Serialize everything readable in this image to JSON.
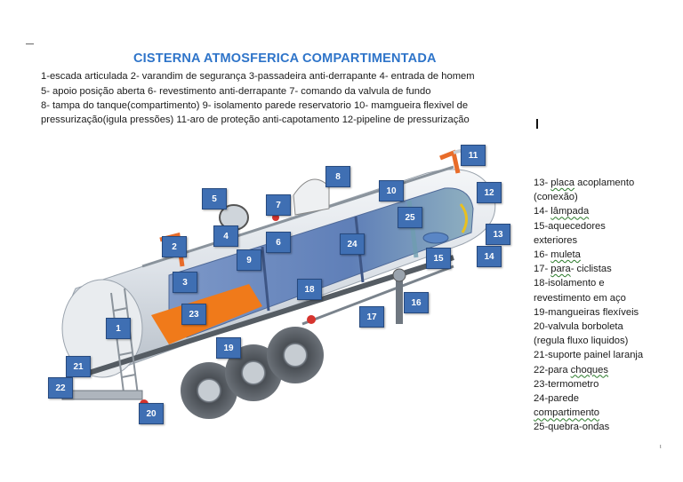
{
  "title": "CISTERNA ATMOSFERICA COMPARTIMENTADA",
  "header_lines": [
    "1-escada articulada    2- varandim de segurança  3-passadeira anti-derrapante 4- entrada de homem",
    "5- apoio posição aberta  6- revestimento anti-derrapante  7- comando da valvula de fundo",
    "8- tampa do tanque(compartimento)  9- isolamento parede reservatorio  10-  mamgueira flexivel de",
    "pressurização(igula pressões)  11-aro de proteção anti-capotamento 12-pipeline de pressurização"
  ],
  "legend_right": [
    [
      "13- ",
      {
        "s": "placa"
      },
      " acoplamento"
    ],
    [
      "(conexão)"
    ],
    [
      "14- ",
      {
        "s": "lâmpada"
      }
    ],
    [
      "15-aquecedores"
    ],
    [
      "exteriores"
    ],
    [
      "16- ",
      {
        "s": "muleta"
      }
    ],
    [
      "17- ",
      {
        "s": "para"
      },
      "- ciclistas"
    ],
    [
      "18-isolamento e"
    ],
    [
      "revestimento em aço"
    ],
    [
      "19-mangueiras flexíveis"
    ],
    [
      "20-valvula borboleta"
    ],
    [
      "(regula fluxo liquidos)"
    ],
    [
      "21-suporte painel laranja"
    ],
    [
      "22-para ",
      {
        "s": "choques"
      }
    ],
    [
      "23-termometro"
    ],
    [
      "24-parede"
    ],
    [
      {
        "s": "compartimento"
      }
    ],
    [
      "25-quebra-ondas"
    ]
  ],
  "callouts": [
    "1",
    "2",
    "3",
    "4",
    "5",
    "6",
    "7",
    "8",
    "9",
    "10",
    "11",
    "12",
    "13",
    "14",
    "15",
    "16",
    "17",
    "18",
    "19",
    "20",
    "21",
    "22",
    "23",
    "24",
    "25"
  ],
  "colors": {
    "title": "#2e74c9",
    "badge": "#3f6fb3",
    "tank": "#dfe3e8",
    "interior": "#6f8fc4",
    "orange": "#f07a1a"
  }
}
